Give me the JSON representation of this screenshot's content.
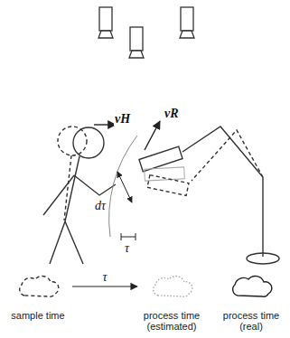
{
  "diagram": {
    "nodes": [
      {
        "text": [
          "sample time"
        ]
      },
      {
        "text": [
          "process time (estimated)"
        ]
      },
      {
        "text": [
          "process time (real)"
        ]
      }
    ],
    "edges": [
      {
        "from": 0,
        "to": 1,
        "arrow": "to",
        "label": "τ"
      }
    ],
    "labels": [
      "vH",
      "vR",
      "dτ",
      "τ"
    ]
  }
}
